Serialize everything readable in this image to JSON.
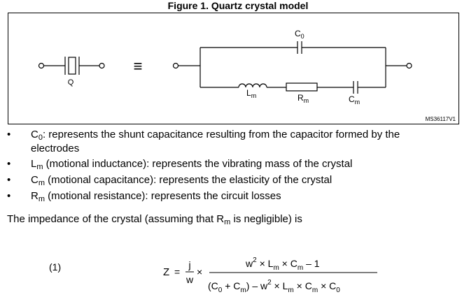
{
  "figure": {
    "title": "Figure 1. Quartz crystal model",
    "symbol_label": "Q",
    "equivalent_sign": "≡",
    "c0_label": "C",
    "c0_sub": "0",
    "lm_label": "L",
    "lm_sub": "m",
    "rm_label": "R",
    "rm_sub": "m",
    "cm_label": "C",
    "cm_sub": "m",
    "ref_code": "MS36117V1"
  },
  "bullets": [
    {
      "sym": "C",
      "sub": "0",
      "text": ": represents the shunt capacitance resulting from the capacitor formed by the",
      "text2": "electrodes"
    },
    {
      "sym": "L",
      "sub": "m",
      "text": " (motional inductance): represents the vibrating mass of the crystal"
    },
    {
      "sym": "C",
      "sub": "m",
      "text": " (motional capacitance): represents the elasticity of the crystal"
    },
    {
      "sym": "R",
      "sub": "m",
      "text": " (motional resistance): represents the circuit losses"
    }
  ],
  "paragraph": {
    "before": "The impedance of the crystal (assuming that R",
    "sub": "m",
    "after": " is negligible) is"
  },
  "equation": {
    "number": "(1)",
    "lhs": "Z",
    "eq": "=",
    "frac_num": "j",
    "frac_den": "w",
    "times": "×",
    "num_w": "w",
    "num_exp": "2",
    "num_mid1": " × L",
    "num_sub1": "m",
    "num_mid2": " × C",
    "num_sub2": "m",
    "num_tail": " – 1",
    "den_open": "(C",
    "den_sub1": "0",
    "den_plus": " + C",
    "den_sub2": "m",
    "den_close": ") – w",
    "den_exp": "2",
    "den_mid1": " × L",
    "den_sub3": "m",
    "den_mid2": " × C",
    "den_sub4": "m",
    "den_mid3": " × C",
    "den_sub5": "0"
  }
}
